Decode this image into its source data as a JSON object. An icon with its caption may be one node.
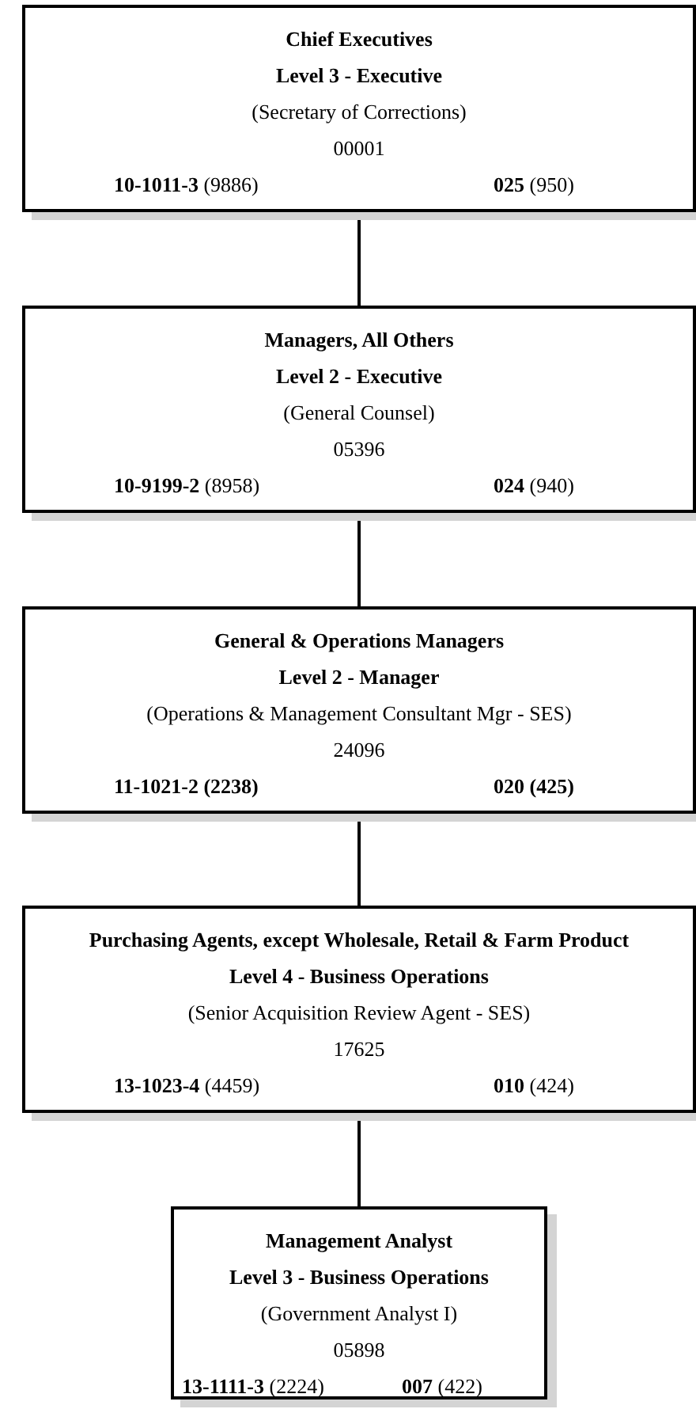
{
  "diagram": {
    "nodes": [
      {
        "text": [
          "Chief Executives",
          "Level 3 - Executive",
          "(Secretary of Corrections)",
          "00001",
          "**10-1011-3** (9886)",
          "**025** (950)"
        ]
      },
      {
        "text": [
          "Managers, All Others",
          "Level 2 - Executive",
          "(General Counsel)",
          "05396",
          "**10-9199-2** (8958)",
          "**024** (940)"
        ]
      },
      {
        "text": [
          "General & Operations Managers",
          "Level 2 - Manager",
          "(Operations & Management Consultant Mgr - SES)",
          "24096",
          "**11-1021-2 (2238)**",
          "**020 (425)**"
        ]
      },
      {
        "text": [
          "Purchasing Agents, except Wholesale, Retail & Farm Product",
          "Level 4 - Business Operations",
          "(Senior Acquisition Review Agent - SES)",
          "17625",
          "**13-1023-4** (4459)",
          "**010** (424)"
        ]
      },
      {
        "text": [
          "Management Analyst",
          "Level 3 - Business Operations",
          "(Government Analyst I)",
          "05898",
          "**13-1111-3** (2224)",
          "**007** (422)"
        ]
      }
    ],
    "edges": [
      {
        "from": 0,
        "to": 1,
        "arrow": "none"
      },
      {
        "from": 1,
        "to": 2,
        "arrow": "none"
      },
      {
        "from": 2,
        "to": 3,
        "arrow": "none"
      },
      {
        "from": 3,
        "to": 4,
        "arrow": "none"
      }
    ]
  }
}
